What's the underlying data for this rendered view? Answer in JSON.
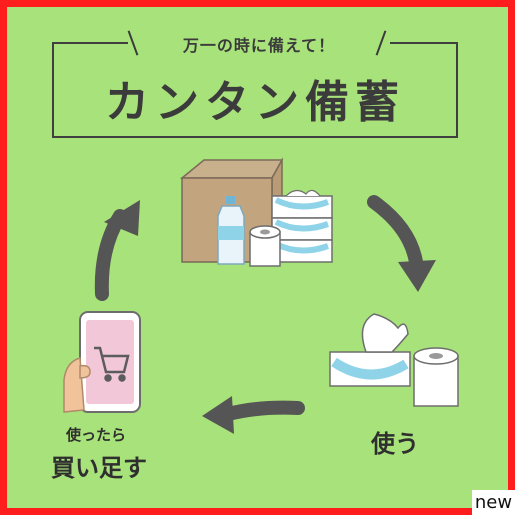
{
  "header": {
    "subtitle": "万一の時に備えて！",
    "title": "カンタン備蓄"
  },
  "labels": {
    "use": "使う",
    "after_use_small": "使ったら",
    "after_use_big": "買い足す"
  },
  "badge": {
    "text": "new"
  },
  "colors": {
    "frame_border": "#ff1d1d",
    "background": "#a8e27a",
    "text": "#3b3b3b",
    "arrow": "#555555",
    "accent_blue": "#8fd3e8"
  },
  "icons": [
    "cardboard-box-icon",
    "water-bottle-icon",
    "tissue-box-icon",
    "toilet-paper-icon",
    "smartphone-icon",
    "shopping-cart-icon",
    "hand-icon",
    "cycle-arrow-icon"
  ]
}
